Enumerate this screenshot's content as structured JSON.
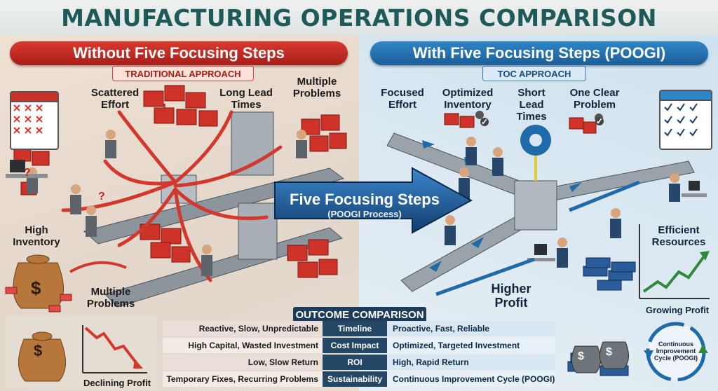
{
  "title": "MANUFACTURING OPERATIONS COMPARISON",
  "left_panel": {
    "banner": "Without Five Focusing Steps",
    "subbanner": "TRADITIONAL APPROACH",
    "labels": {
      "scattered_effort": "Scattered Effort",
      "long_lead_times": "Long Lead Times",
      "multiple_problems_top": "Multiple Problems",
      "high_inventory": "High Inventory",
      "multiple_problems_bottom": "Multiple Problems",
      "declining_profit": "Declining Profit"
    }
  },
  "right_panel": {
    "banner": "With Five Focusing Steps (POOGI)",
    "subbanner": "TOC APPROACH",
    "labels": {
      "focused_effort": "Focused Effort",
      "optimized_inventory": "Optimized Inventory",
      "short_lead_times": "Short Lead Times",
      "one_clear_problem": "One Clear Problem",
      "efficient_resources": "Efficient Resources",
      "higher_profit": "Higher Profit",
      "growing_profit": "Growing Profit",
      "cycle_label": "Continuous Improvement Cycle (POOGI)"
    }
  },
  "center_arrow": {
    "title": "Five Focusing Steps",
    "subtitle": "(POOGI Process)"
  },
  "outcome": {
    "header": "OUTCOME COMPARISON",
    "rows": [
      {
        "left": "Reactive, Slow, Unpredictable",
        "metric": "Timeline",
        "right": "Proactive, Fast, Reliable"
      },
      {
        "left": "High Capital, Wasted Investment",
        "metric": "Cost Impact",
        "right": "Optimized, Targeted Investment"
      },
      {
        "left": "Low, Slow Return",
        "metric": "ROI",
        "right": "High, Rapid Return"
      },
      {
        "left": "Temporary Fixes, Recurring Problems",
        "metric": "Sustainability",
        "right": "Continuous Improvement Cycle (POOGI)"
      }
    ]
  },
  "icons": {
    "dollar": "$",
    "warning": "!",
    "question": "?",
    "check": "✓",
    "cross": "✕"
  },
  "colors": {
    "title": "#1f5a5a",
    "left_accent": "#c0281f",
    "right_accent": "#1f6aa8",
    "arrow": "#1d4f86"
  }
}
